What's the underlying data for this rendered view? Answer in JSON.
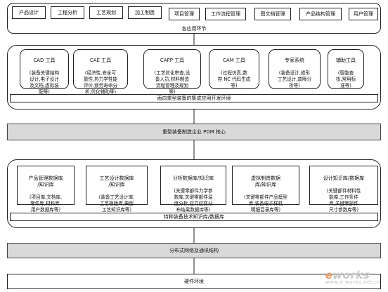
{
  "top_layer": {
    "apps": [
      "产品设计",
      "工程分析",
      "工艺规划",
      "加工制造",
      "项目管理",
      "工作流程管理",
      "图文档管理",
      "产品结构管理",
      "用户管理"
    ],
    "caption": "各应用环节"
  },
  "tools_layer": {
    "tools": [
      {
        "title": "CAD 工具",
        "desc": "(装备关键结构\n设计,电子设计\n及文档,虚拟装\n配等)"
      },
      {
        "title": "CAE 工具",
        "desc": "(经济性,安全可\n靠性,热力学性能\n评价,疲劳寿命分\n析,优化辅助等)"
      },
      {
        "title": "CAPP 工具",
        "desc": "(工艺优化审查,设\n备人员,材料制造\n流程管理及规划\n等)"
      },
      {
        "title": "CAM 工具",
        "desc": "(过程仿真,数\n控 NC 代码生成\n等)"
      },
      {
        "title": "专家系统",
        "desc": "(装备设计,成形\n工艺设计,故障分\n析等)"
      },
      {
        "title": "辅助工具",
        "desc": "(智能查\n找,常用标\n准等)"
      }
    ],
    "caption": "面向重型装备的集成应用开发环境"
  },
  "pdm_core": "重型装备制造企业 PDM 核心",
  "db_layer": {
    "dbs": [
      {
        "title": "产品管理数据库\n/知识库",
        "desc": "(项目库,文档库,\n零件库,材料库,\n用户数据库等)"
      },
      {
        "title": "工艺设计数据库\n/知识库",
        "desc": "(装备工艺设计库,\n工艺模版库,典型\n工艺知识库等)"
      },
      {
        "title": "分析数据库/知识库",
        "desc": "(关键零部件力学参\n数库,关键零部件温\n度分析,应力应变分\n布结果数据库等)"
      },
      {
        "title": "虚拟制造数据\n库/知识库",
        "desc": "(关键零部件产品模型\n库,装备电子样机\n明细目录库等)"
      },
      {
        "title": "设计知识库/数据库",
        "desc": "(关键部件材料性\n能库,工作条件\n库,关键零部件\n尺寸参数库等)"
      }
    ],
    "caption": "特种装备技术知识库/数据库"
  },
  "network": "分布式网络及通讯结构",
  "hardware": "硬件环境",
  "watermark": {
    "brand_e": "e",
    "brand_rest": "works",
    "site": "www.e-works.net.cn"
  }
}
